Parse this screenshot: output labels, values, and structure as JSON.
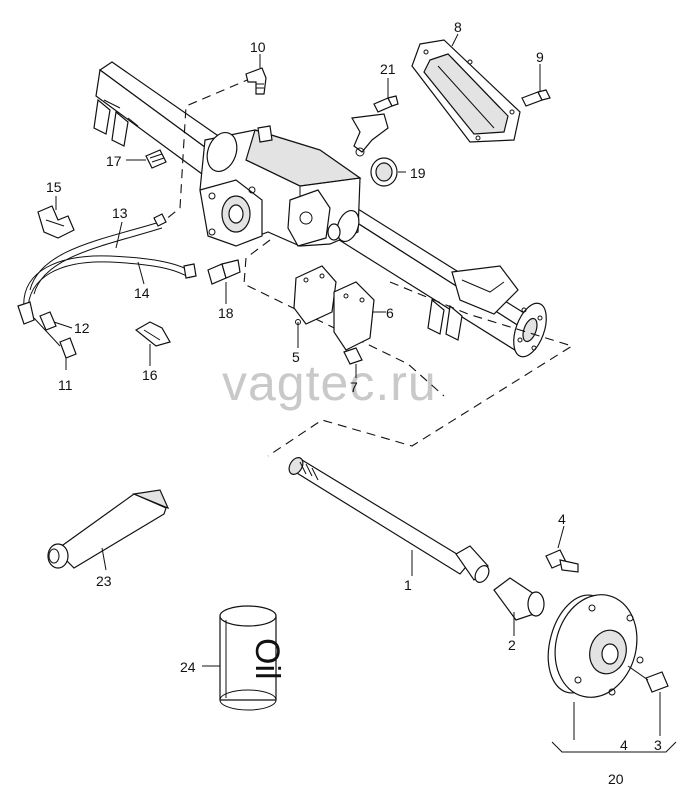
{
  "watermark": "vagtec.ru",
  "callouts": {
    "c1": "1",
    "c2": "2",
    "c3": "3",
    "c4a": "4",
    "c4b": "4",
    "c5": "5",
    "c6": "6",
    "c7": "7",
    "c8": "8",
    "c9": "9",
    "c10": "10",
    "c11": "11",
    "c12": "12",
    "c13": "13",
    "c14": "14",
    "c15": "15",
    "c16": "16",
    "c17": "17",
    "c18": "18",
    "c19": "19",
    "c20": "20",
    "c21": "21",
    "c23": "23",
    "c24": "24"
  },
  "labels": {
    "oil_can_text": "Oil"
  }
}
